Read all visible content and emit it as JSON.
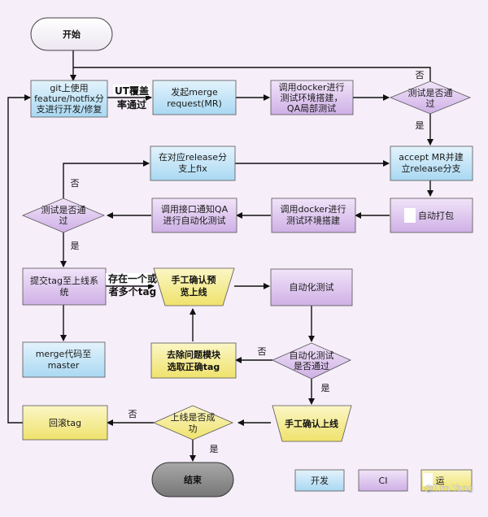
{
  "colors": {
    "dev_blue": "#bfe3f6",
    "ci_purple": "#ddc5ee",
    "ops_yellow": "#f5ec96",
    "decision_purple": "#d9c2ec",
    "terminal_gray": "#8d8d8d"
  },
  "nodes": {
    "start": "开始",
    "git_dev": [
      "git上使用",
      "feature/hotfix分",
      "支进行开发/修复"
    ],
    "merge_request": [
      "发起merge",
      "request(MR)"
    ],
    "docker_qa": [
      "调用docker进行",
      "测试环境搭建，",
      "QA局部测试"
    ],
    "test_pass_1": [
      "测试是否通",
      "过"
    ],
    "accept_mr": [
      "accept MR并建",
      "立release分支"
    ],
    "release_fix": [
      "在对应release分",
      "支上fix"
    ],
    "test_pass_2": [
      "测试是否通",
      "过"
    ],
    "notify_qa": [
      "调用接口通知QA",
      "进行自动化测试"
    ],
    "docker_env": [
      "调用docker进行",
      "测试环境搭建"
    ],
    "auto_package": "自动打包",
    "submit_tag": [
      "提交tag至上线系",
      "统"
    ],
    "manual_confirm_preview": [
      "手工确认预",
      "览上线"
    ],
    "auto_test": "自动化测试",
    "merge_master": [
      "merge代码至",
      "master"
    ],
    "remove_module": [
      "去除问题模块",
      "选取正确tag"
    ],
    "auto_test_pass": [
      "自动化测试",
      "是否通过"
    ],
    "manual_confirm_online": "手工确认上线",
    "online_success": [
      "上线是否成",
      "功"
    ],
    "rollback_tag": "回滚tag",
    "end": "结束"
  },
  "edge_labels": {
    "ut_pass": [
      "UT覆盖",
      "率通过"
    ],
    "no_1": "否",
    "yes_1": "是",
    "no_2": "否",
    "yes_2": "是",
    "multi_tag": [
      "存在一个或",
      "者多个tag"
    ],
    "no_3": "否",
    "yes_3": "是",
    "no_4": "否",
    "yes_4": "是"
  },
  "legend": {
    "dev": "开发",
    "ci": "CI",
    "ops": "运"
  },
  "watermark": "@Tim Yang"
}
